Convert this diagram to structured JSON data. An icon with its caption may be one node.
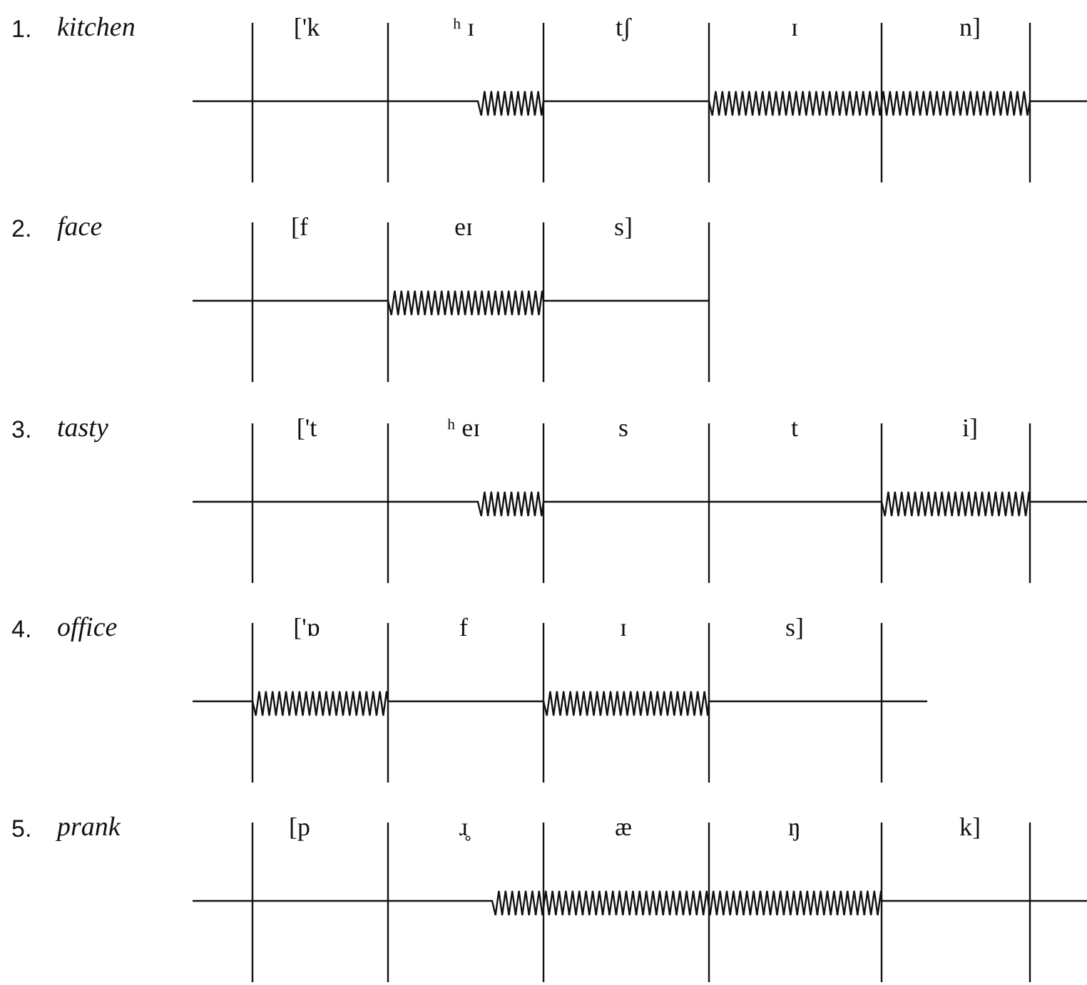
{
  "diagram": {
    "labels": [
      "1.",
      "kitchen",
      "['k",
      "ʰ ɪ",
      "tʃ",
      "ɪ",
      "n]",
      "2.",
      "face",
      "[f",
      "eɪ",
      "s]",
      "3.",
      "tasty",
      "['t",
      "ʰ eɪ",
      "s",
      "t",
      "i]",
      "4.",
      "office",
      "['ɒ",
      "f",
      "ɪ",
      "s]",
      "5.",
      "prank",
      "[p",
      "ɹ̥",
      "æ",
      "ŋ",
      "k]"
    ]
  }
}
